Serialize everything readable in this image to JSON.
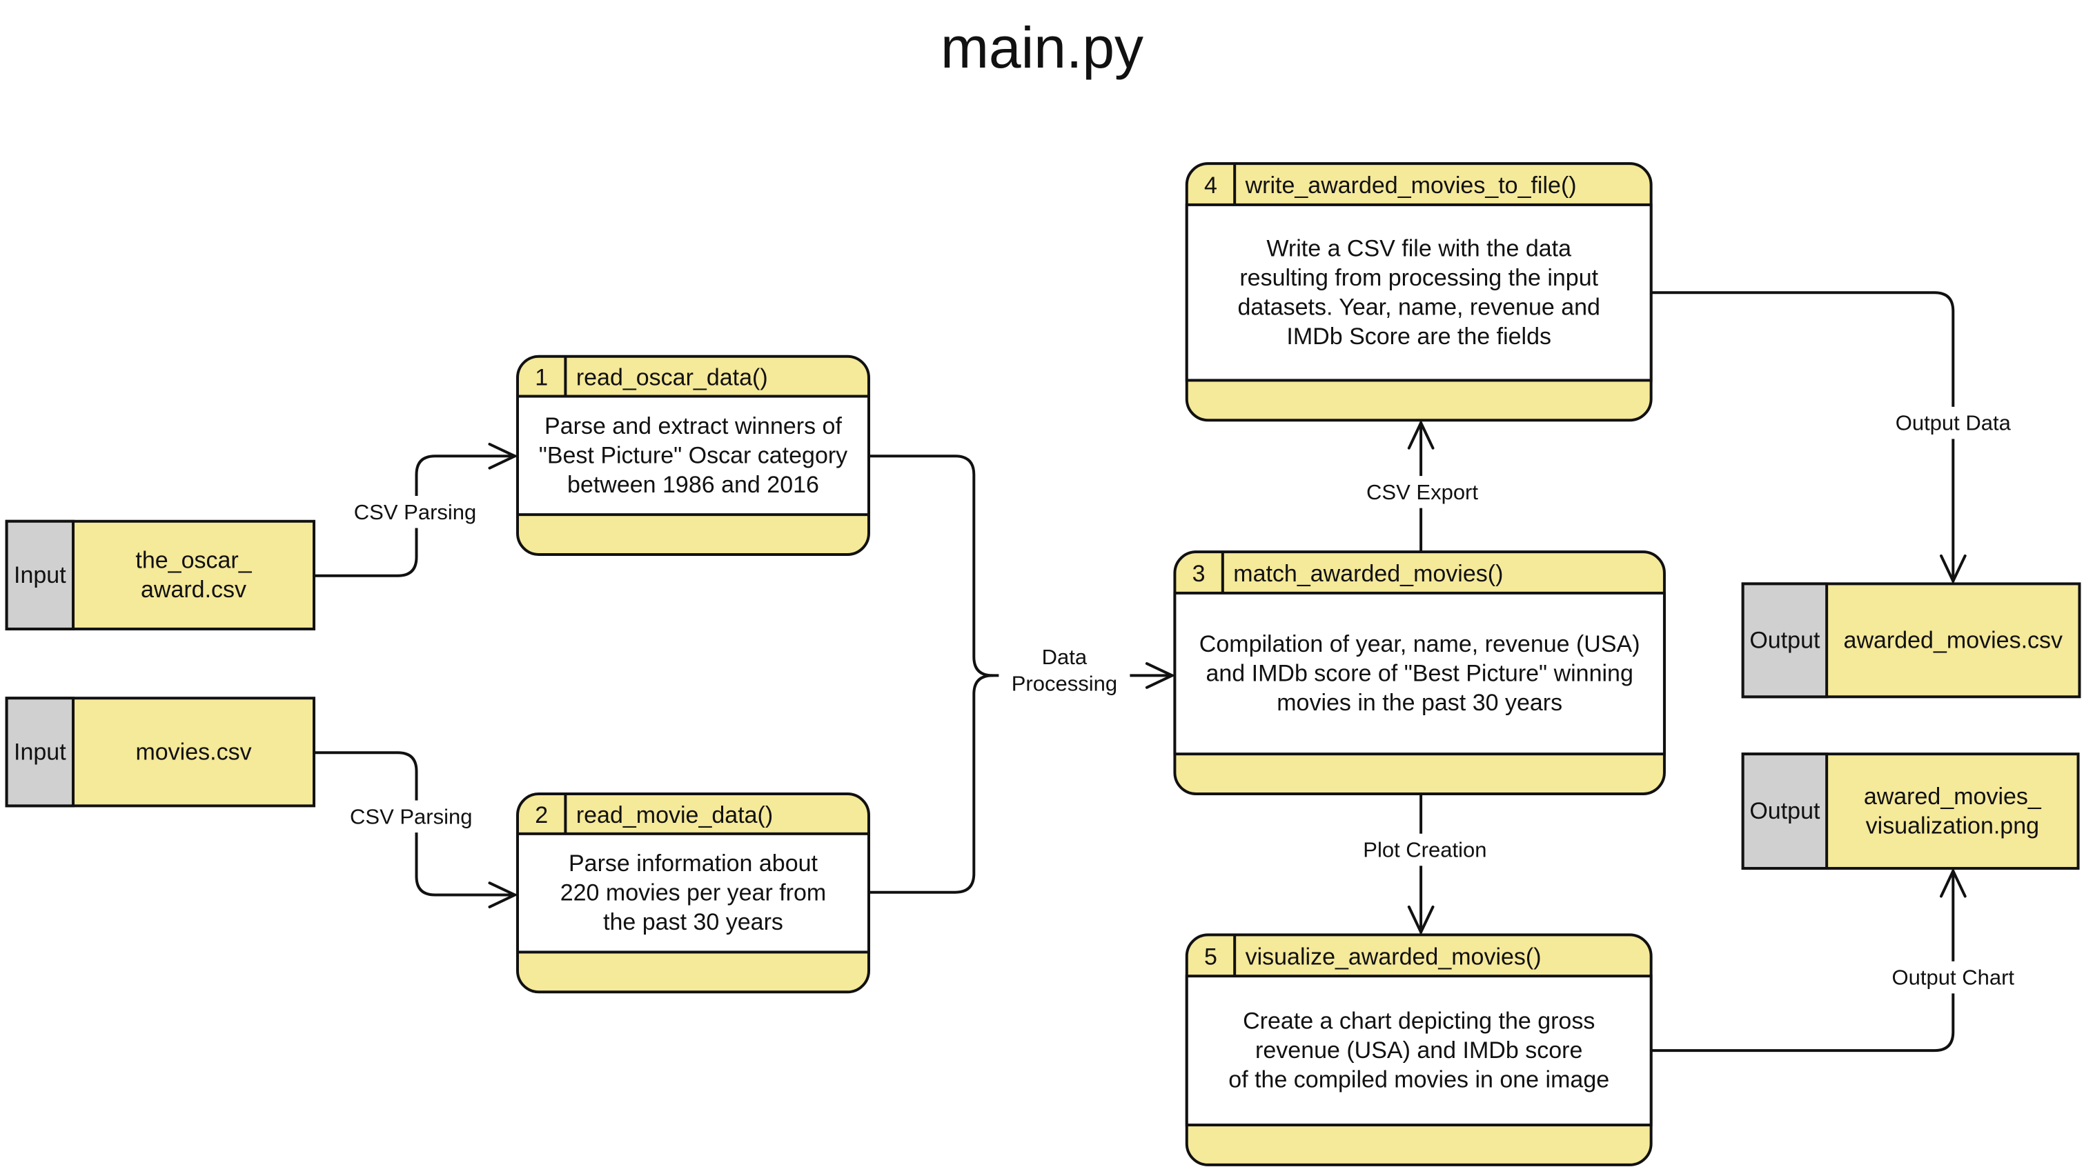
{
  "title": "main.py",
  "inputs": [
    {
      "tag": "Input",
      "label_lines": [
        "the_oscar_",
        "award.csv"
      ]
    },
    {
      "tag": "Input",
      "label_lines": [
        "movies.csv"
      ]
    }
  ],
  "processes": [
    {
      "number": "1",
      "name": "read_oscar_data()",
      "description_lines": [
        "Parse and extract winners of",
        "\"Best Picture\" Oscar category",
        "between 1986 and 2016"
      ]
    },
    {
      "number": "2",
      "name": "read_movie_data()",
      "description_lines": [
        "Parse information about",
        "220 movies per year from",
        "the past 30 years"
      ]
    },
    {
      "number": "3",
      "name": "match_awarded_movies()",
      "description_lines": [
        "Compilation of year, name, revenue (USA)",
        "and IMDb score of \"Best Picture\" winning",
        "movies in the past 30 years"
      ]
    },
    {
      "number": "4",
      "name": "write_awarded_movies_to_file()",
      "description_lines": [
        "Write a CSV file with the data",
        "resulting from processing the input",
        "datasets. Year, name, revenue and",
        "IMDb Score are the fields"
      ]
    },
    {
      "number": "5",
      "name": "visualize_awarded_movies()",
      "description_lines": [
        "Create a chart depicting the gross",
        "revenue (USA) and IMDb score",
        "of the compiled movies in one image"
      ]
    }
  ],
  "outputs": [
    {
      "tag": "Output",
      "label_lines": [
        "awarded_movies.csv"
      ]
    },
    {
      "tag": "Output",
      "label_lines": [
        "awared_movies_",
        "visualization.png"
      ]
    }
  ],
  "edges": [
    {
      "label_lines": [
        "CSV Parsing"
      ]
    },
    {
      "label_lines": [
        "CSV Parsing"
      ]
    },
    {
      "label_lines": [
        "Data",
        "Processing"
      ]
    },
    {
      "label_lines": [
        "CSV Export"
      ]
    },
    {
      "label_lines": [
        "Output Data"
      ]
    },
    {
      "label_lines": [
        "Plot Creation"
      ]
    },
    {
      "label_lines": [
        "Output Chart"
      ]
    }
  ],
  "colors": {
    "process_fill": "#f5e99a",
    "io_tag_fill": "#d0d0d0",
    "line": "#111111",
    "background": "#ffffff"
  }
}
